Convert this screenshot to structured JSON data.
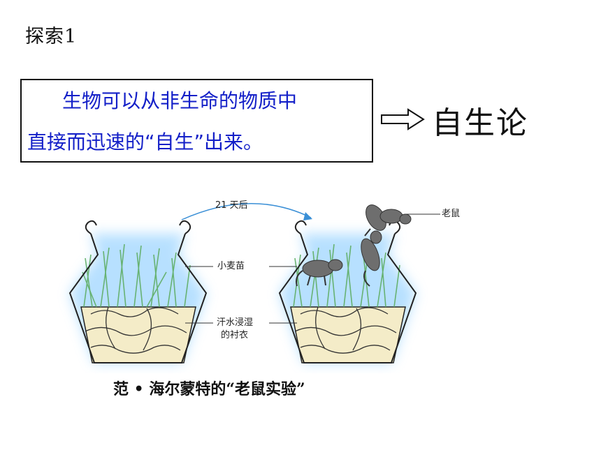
{
  "heading": "探索1",
  "definition": {
    "line1": "生物可以从非生命的物质中",
    "line2": "直接而迅速的“自生”出来。"
  },
  "concept": "自生论",
  "figure": {
    "time_label": "21 天后",
    "label_mouse": "老鼠",
    "label_wheat": "小麦苗",
    "label_shirt_line1": "汗水浸湿",
    "label_shirt_line2": "的衬衣",
    "caption": "范 • 海尔蒙特的“老鼠实验”"
  },
  "colors": {
    "definition_text": "#1420c8",
    "glow": "#9fd6ff",
    "grass": "#5fae63",
    "cloth": "#f4ecc8",
    "mouse": "#6e6e6e"
  }
}
